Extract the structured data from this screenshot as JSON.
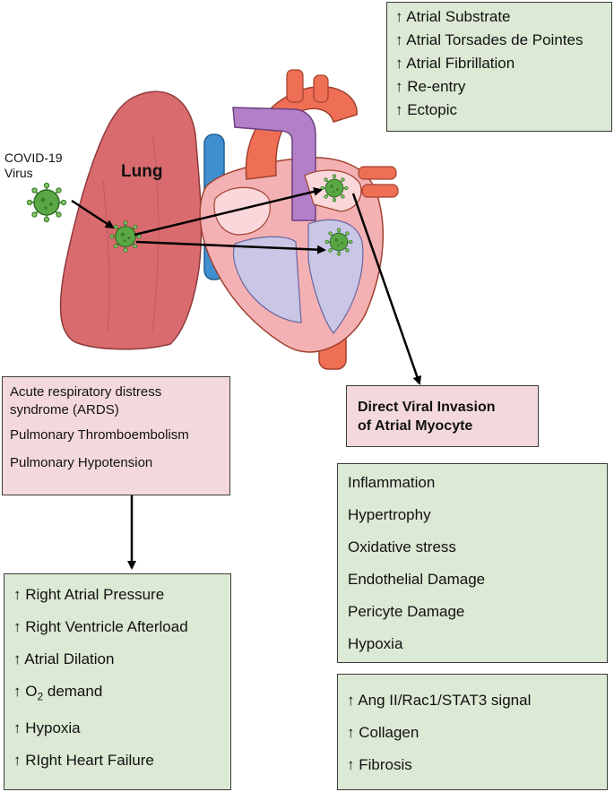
{
  "virus_label": {
    "line1": "COVID-19",
    "line2": "Virus"
  },
  "lung_label": "Lung",
  "top_right_box": {
    "items": [
      "↑ Atrial Substrate",
      "↑ Atrial Torsades de Pointes",
      "↑ Atrial Fibrillation",
      "↑ Re-entry",
      "↑ Ectopic"
    ]
  },
  "ards_box": {
    "items": [
      "Acute respiratory distress syndrome (ARDS)",
      "Pulmonary Thromboembolism",
      "Pulmonary Hypotension"
    ]
  },
  "direct_invasion": {
    "line1": "Direct Viral Invasion",
    "line2": "of Atrial Myocyte"
  },
  "right_effects_box": {
    "items": [
      "↑ Right Atrial Pressure",
      "↑ Right Ventricle Afterload",
      "↑ Atrial Dilation",
      "↑ O2 demand",
      "↑ Hypoxia",
      "↑ RIght Heart Failure"
    ]
  },
  "mechanisms_box": {
    "items": [
      "Inflammation",
      "Hypertrophy",
      "Oxidative stress",
      "Endothelial Damage",
      "Pericyte Damage",
      "Hypoxia"
    ]
  },
  "signal_box": {
    "items": [
      "↑ Ang II/Rac1/STAT3 signal",
      "↑ Collagen",
      "↑ Fibrosis"
    ]
  },
  "colors": {
    "green_box": "#dce9d4",
    "pink_box": "#f4d9dc",
    "lung": "#d96b6f",
    "aorta": "#ef6f55",
    "vena_cava": "#3f8fd0",
    "pulmonary_artery": "#b47fc9",
    "ventricle_fill": "#c9c6e6",
    "virus": "#5aa845"
  }
}
